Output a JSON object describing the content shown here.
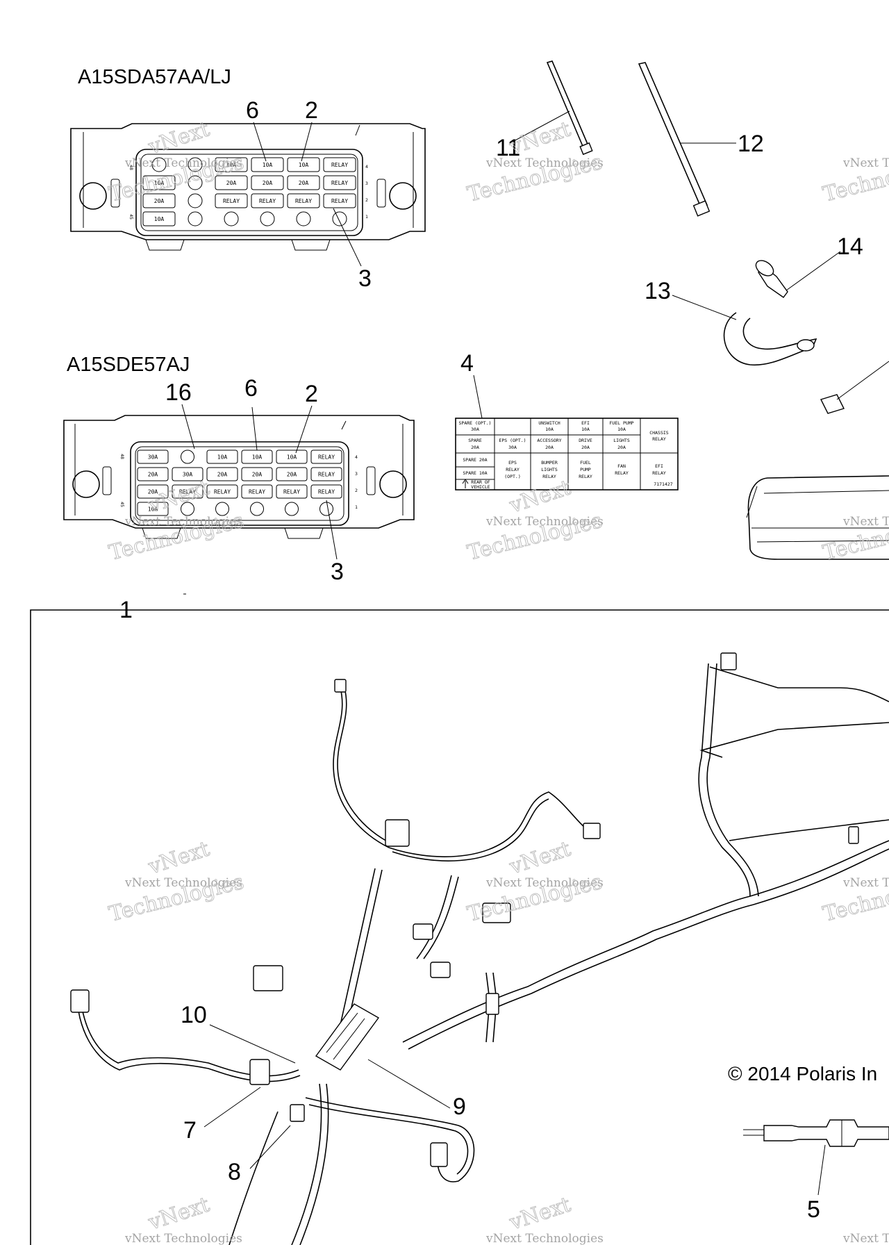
{
  "models": {
    "top": "A15SDA57AA/LJ",
    "bottom": "A15SDE57AJ"
  },
  "callouts": {
    "c1": "1",
    "c2a": "2",
    "c2b": "2",
    "c3a": "3",
    "c3b": "3",
    "c4": "4",
    "c5": "5",
    "c6a": "6",
    "c6b": "6",
    "c7": "7",
    "c8": "8",
    "c9": "9",
    "c10": "10",
    "c11": "11",
    "c12": "12",
    "c13": "13",
    "c14": "14",
    "c16": "16"
  },
  "box_top": {
    "side_left_top": "48",
    "side_left_bottom": "45",
    "side_right": [
      "4",
      "3",
      "2",
      "1"
    ],
    "row1": [
      "",
      "",
      "10A",
      "10A",
      "10A",
      "RELAY"
    ],
    "row2": [
      "10A",
      "",
      "20A",
      "20A",
      "20A",
      "RELAY"
    ],
    "row3": [
      "20A",
      "",
      "RELAY",
      "RELAY",
      "RELAY",
      "RELAY"
    ],
    "row4": [
      "10A",
      "",
      "",
      "",
      "",
      ""
    ]
  },
  "box_bottom": {
    "side_left_top": "48",
    "side_left_bottom": "45",
    "side_right": [
      "4",
      "3",
      "2",
      "1"
    ],
    "row1": [
      "30A",
      "",
      "10A",
      "10A",
      "10A",
      "RELAY"
    ],
    "row2": [
      "20A",
      "30A",
      "20A",
      "20A",
      "20A",
      "RELAY"
    ],
    "row3": [
      "20A",
      "RELAY",
      "RELAY",
      "RELAY",
      "RELAY",
      "RELAY"
    ],
    "row4": [
      "10A",
      "",
      "",
      "",
      "",
      ""
    ]
  },
  "fuse_label": {
    "cells": [
      "SPARE (OPT.)",
      "30A",
      "",
      "UNSWITCH",
      "10A",
      "EFI",
      "10A",
      "FUEL PUMP",
      "10A",
      "CHASSIS",
      "RELAY",
      "SPARE",
      "20A",
      "EPS (OPT.)",
      "30A",
      "ACCESSORY",
      "20A",
      "DRIVE",
      "20A",
      "LIGHTS",
      "20A",
      "SPARE 20A",
      "SPARE 10A",
      "REAR OF",
      "VEHICLE",
      "EPS",
      "RELAY",
      "(OPT.)",
      "BUMPER",
      "LIGHTS",
      "RELAY",
      "FUEL",
      "PUMP",
      "RELAY",
      "FAN",
      "RELAY",
      "EFI",
      "RELAY",
      "7171427"
    ]
  },
  "watermark": {
    "line1": "vNext Technologies",
    "line2": "vNext",
    "line3": "Technologies"
  },
  "copyright": "© 2014 Polaris In"
}
